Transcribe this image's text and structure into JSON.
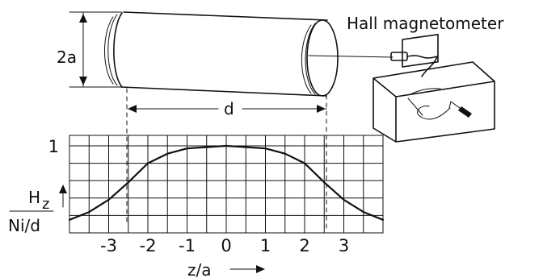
{
  "labels": {
    "diameter": "2a",
    "length": "d",
    "instrument": "Hall magnetometer",
    "y_top": "H",
    "y_sub": "z",
    "y_bottom": "Ni/d",
    "x_axis": "z/a",
    "y_tick": "1"
  },
  "chart_data": {
    "type": "line",
    "title": "",
    "xlabel": "z/a",
    "ylabel": "Hz/(Ni/d)",
    "xlim": [
      -4,
      4
    ],
    "ylim": [
      0,
      1.12
    ],
    "x_ticks": [
      "-3",
      "-2",
      "-1",
      "0",
      "1",
      "2",
      "3"
    ],
    "y_ticks": [
      "1"
    ],
    "grid": true,
    "series": [
      {
        "values": [
          {
            "x": -4,
            "y": 0.15
          },
          {
            "x": -3.5,
            "y": 0.24
          },
          {
            "x": -3,
            "y": 0.38
          },
          {
            "x": -2.5,
            "y": 0.58
          },
          {
            "x": -2,
            "y": 0.8
          },
          {
            "x": -1.5,
            "y": 0.91
          },
          {
            "x": -1,
            "y": 0.97
          },
          {
            "x": 0,
            "y": 1.0
          },
          {
            "x": 1,
            "y": 0.97
          },
          {
            "x": 1.5,
            "y": 0.91
          },
          {
            "x": 2,
            "y": 0.8
          },
          {
            "x": 2.5,
            "y": 0.58
          },
          {
            "x": 3,
            "y": 0.38
          },
          {
            "x": 3.5,
            "y": 0.24
          },
          {
            "x": 4,
            "y": 0.15
          }
        ]
      }
    ]
  }
}
